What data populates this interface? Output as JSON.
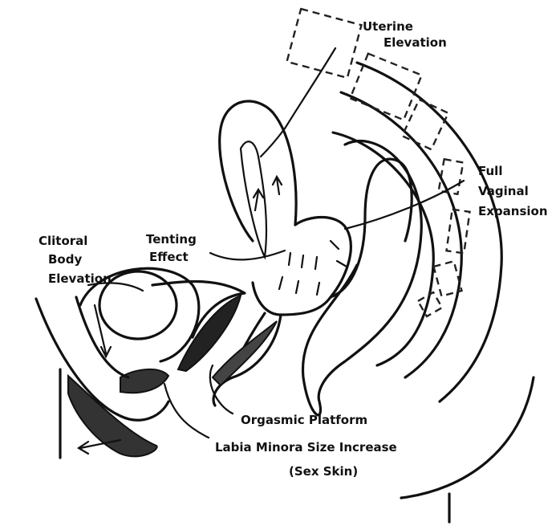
{
  "diagram": {
    "labels": {
      "uterine_elevation": [
        "Uterine",
        "Elevation"
      ],
      "full_vaginal_expansion": [
        "Full",
        "Vaginal",
        "Expansion"
      ],
      "clitoral_body_elevation": [
        "Clitoral",
        "Body",
        "Elevation"
      ],
      "tenting_effect": [
        "Tenting",
        "Effect"
      ],
      "orgasmic_platform": "Orgasmic Platform",
      "labia_minora": [
        "Labia Minora Size Increase",
        "(Sex Skin)"
      ]
    },
    "colors": {
      "ink": "#111111",
      "paper": "#ffffff"
    }
  }
}
